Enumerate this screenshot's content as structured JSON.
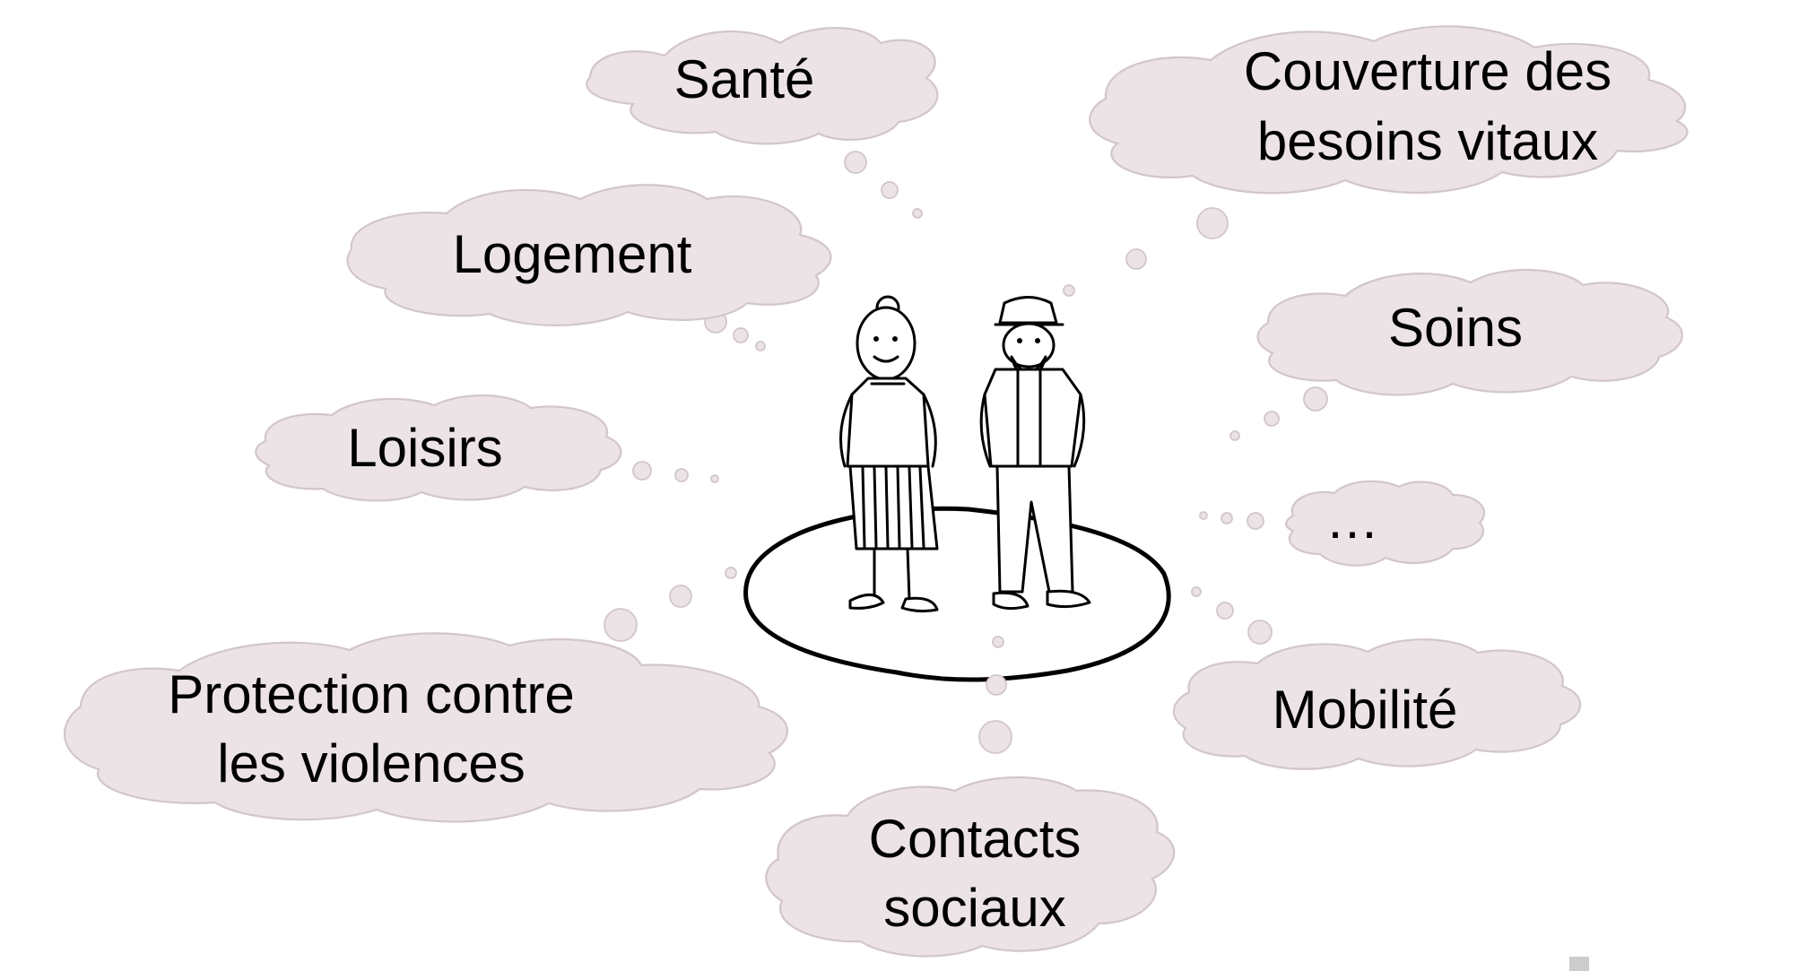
{
  "diagram": {
    "clouds": [
      {
        "id": "sante",
        "lines": [
          "Santé"
        ]
      },
      {
        "id": "couverture",
        "lines": [
          "Couverture des",
          "besoins vitaux"
        ]
      },
      {
        "id": "logement",
        "lines": [
          "Logement"
        ]
      },
      {
        "id": "soins",
        "lines": [
          "Soins"
        ]
      },
      {
        "id": "loisirs",
        "lines": [
          "Loisirs"
        ]
      },
      {
        "id": "etc",
        "lines": [
          "…"
        ]
      },
      {
        "id": "protection",
        "lines": [
          "Protection contre",
          "les violences"
        ]
      },
      {
        "id": "mobilite",
        "lines": [
          "Mobilité"
        ]
      },
      {
        "id": "contacts",
        "lines": [
          "Contacts",
          "sociaux"
        ]
      }
    ],
    "colors": {
      "cloud_fill": "#ece3e6",
      "cloud_stroke": "#d2c6cb",
      "text": "#000000"
    }
  }
}
